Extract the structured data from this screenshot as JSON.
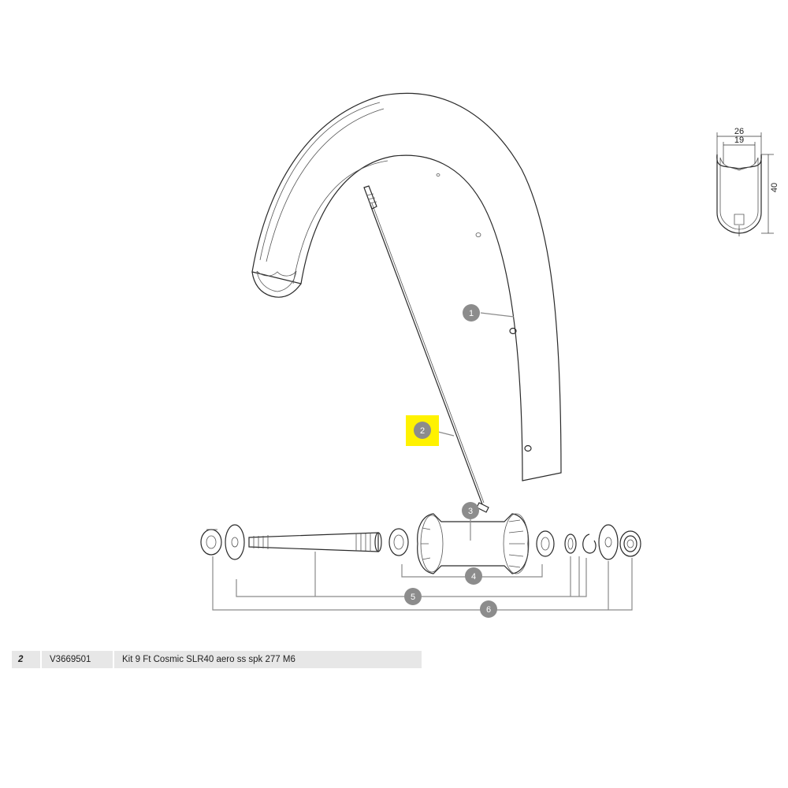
{
  "callouts": {
    "c1": "1",
    "c2": "2",
    "c3": "3",
    "c4": "4",
    "c5": "5",
    "c6": "6"
  },
  "profile": {
    "outer_width": "26",
    "inner_width": "19",
    "height": "40"
  },
  "highlight_color": "#fff200",
  "parts_table": {
    "ref": "2",
    "code": "V3669501",
    "description": "Kit 9 Ft Cosmic SLR40 aero ss spk 277 M6"
  }
}
